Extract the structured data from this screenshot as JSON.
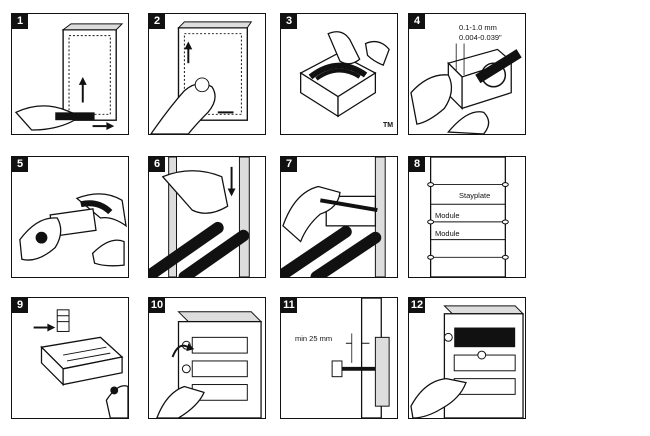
{
  "steps": [
    {
      "number": "1"
    },
    {
      "number": "2"
    },
    {
      "number": "3",
      "mark": "TM"
    },
    {
      "number": "4",
      "dimension_mm": "0.1-1.0 mm",
      "dimension_in": "0.004-0.039\""
    },
    {
      "number": "5"
    },
    {
      "number": "6"
    },
    {
      "number": "7"
    },
    {
      "number": "8",
      "labels": [
        "Stayplate",
        "Module",
        "Module"
      ]
    },
    {
      "number": "9"
    },
    {
      "number": "10"
    },
    {
      "number": "11",
      "dimension": "min 25 mm"
    },
    {
      "number": "12"
    }
  ]
}
